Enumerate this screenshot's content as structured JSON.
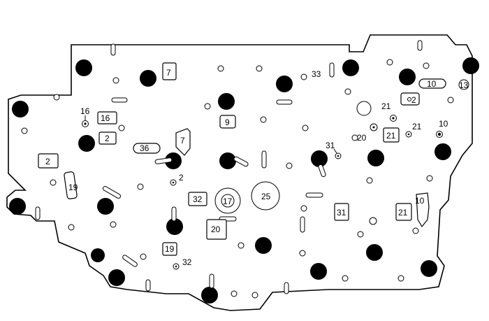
{
  "labels": {
    "l33": "33",
    "l10a": "10",
    "l13": "13",
    "l2a": "2",
    "l21a": "21",
    "l20a": "20",
    "l21b": "21",
    "l10b": "10",
    "l31a": "31",
    "l16a": "16",
    "l16b": "16",
    "l2b": "2",
    "l7a": "7",
    "l9": "9",
    "l7b": "7",
    "l36": "36",
    "l2c": "2",
    "l19a": "19",
    "l2d": "2",
    "l32a": "32",
    "l17": "17",
    "l25": "25",
    "l31b": "31",
    "l21c": "21",
    "l10c": "10",
    "l20b": "20",
    "l19b": "19",
    "l32b": "32",
    "l21d": "21"
  }
}
